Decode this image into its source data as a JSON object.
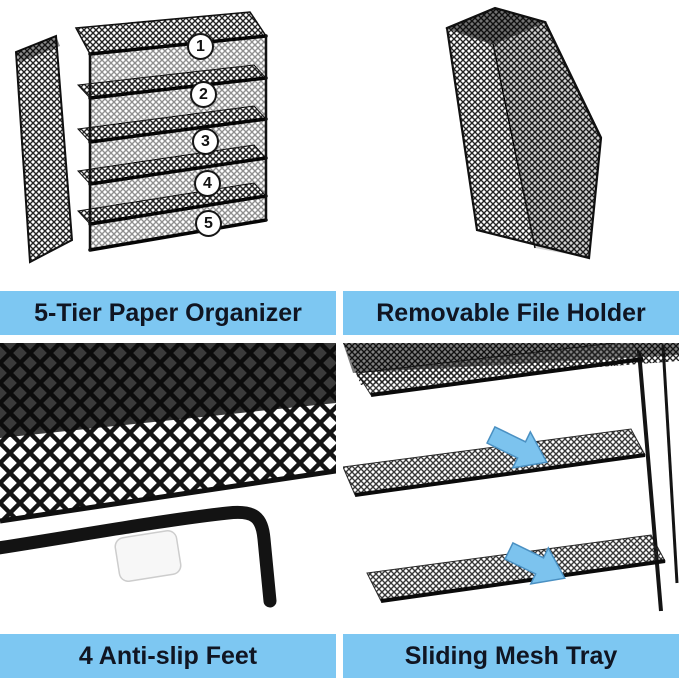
{
  "page": {
    "colors": {
      "banner": "#7dc7f2",
      "text": "#101522",
      "arrow": "#7cc3ee",
      "arrow_edge": "#4a90c2"
    }
  },
  "panels": [
    {
      "caption": "5-Tier Paper Organizer",
      "tier_labels": [
        "1",
        "2",
        "3",
        "4",
        "5"
      ]
    },
    {
      "caption": "Removable File Holder"
    },
    {
      "caption": "4 Anti-slip Feet"
    },
    {
      "caption": "Sliding Mesh Tray"
    }
  ]
}
